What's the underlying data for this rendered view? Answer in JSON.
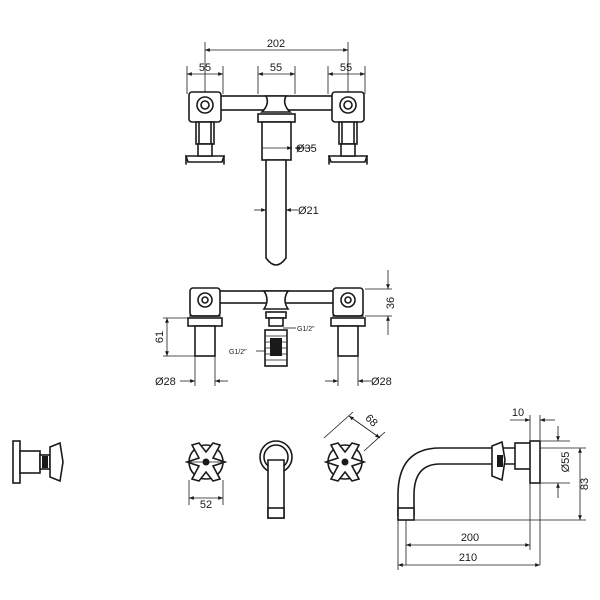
{
  "dimensions": {
    "overall_width": "202",
    "left_spacing": "55",
    "center_spacing": "55",
    "right_spacing": "55",
    "spout_collar_diameter": "Ø35",
    "spout_diameter": "Ø21",
    "handle_height": "36",
    "body_height": "61",
    "thread_right": "G1/2\"",
    "thread_left": "G1/2\"",
    "left_body_diameter": "Ø28",
    "right_body_diameter": "Ø28",
    "handle_width": "52",
    "handle_diagonal": "68",
    "wall_plate_offset": "10",
    "flange_diameter": "Ø55",
    "spout_height": "83",
    "spout_projection": "200",
    "overall_projection": "210"
  }
}
